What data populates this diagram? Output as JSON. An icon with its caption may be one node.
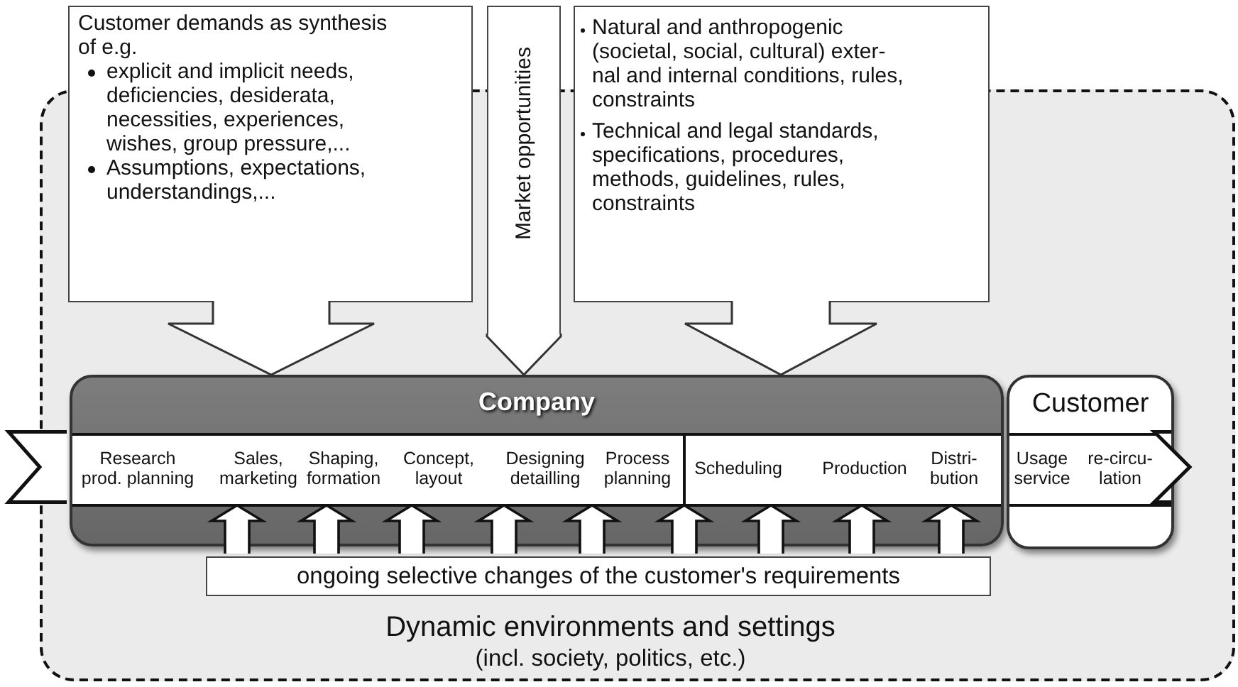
{
  "diagram": {
    "nodes": [
      {
        "text": [
          "Dynamic environments and settings",
          "(incl. society, politics, etc.)"
        ]
      },
      {
        "text": [
          "Customer demands as synthesis of e.g.",
          "explicit and implicit needs, deficiencies, desiderata, necessities, experiences, wishes, group pressure,...",
          "Assumptions, expectations, understandings,..."
        ]
      },
      {
        "text": [
          "Market opportunities"
        ]
      },
      {
        "text": [
          "Natural and anthropogenic (societal, social, cultural) exter- nal and internal conditions, rules, constraints",
          "Technical and legal standards, specifications, procedures, methods, guidelines, rules, constraints"
        ]
      },
      {
        "text": [
          "Company"
        ],
        "in": 0
      },
      {
        "text": [
          "Research prod. planning",
          "Sales, marketing",
          "Shaping, formation",
          "Concept, layout",
          "Designing detailling",
          "Process planning",
          "Scheduling",
          "Production",
          "Distri- bution"
        ],
        "in": 4
      },
      {
        "text": [
          "Customer"
        ],
        "in": 0
      },
      {
        "text": [
          "Usage service",
          "re-circu- lation"
        ],
        "in": 6
      },
      {
        "text": [
          "ongoing selective changes of the customer's requirements"
        ],
        "in": 0
      }
    ],
    "edges": [
      {
        "from": 1,
        "to": 4,
        "arrow": "to"
      },
      {
        "from": 2,
        "to": 4,
        "arrow": "to"
      },
      {
        "from": 3,
        "to": 4,
        "arrow": "to"
      },
      {
        "from": 8,
        "to": 5,
        "arrow": "to"
      },
      {
        "from": 8,
        "to": 5,
        "arrow": "to"
      },
      {
        "from": 8,
        "to": 5,
        "arrow": "to"
      },
      {
        "from": 8,
        "to": 5,
        "arrow": "to"
      },
      {
        "from": 8,
        "to": 5,
        "arrow": "to"
      },
      {
        "from": 8,
        "to": 5,
        "arrow": "to"
      },
      {
        "from": 8,
        "to": 5,
        "arrow": "to"
      },
      {
        "from": 8,
        "to": 5,
        "arrow": "to"
      },
      {
        "from": 8,
        "to": 5,
        "arrow": "to"
      }
    ]
  }
}
